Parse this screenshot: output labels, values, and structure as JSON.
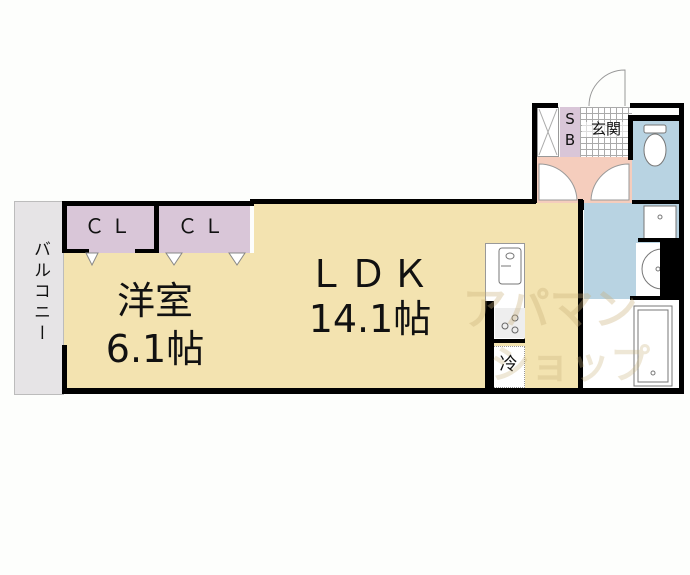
{
  "floorplan": {
    "rooms": {
      "western_room": {
        "name": "洋室",
        "size": "6.1帖"
      },
      "ldk": {
        "name": "ＬＤＫ",
        "size": "14.1帖"
      },
      "closet_1": {
        "label": "ＣＬ"
      },
      "closet_2": {
        "label": "ＣＬ"
      },
      "balcony": {
        "label": "バルコニー"
      },
      "entrance": {
        "label": "玄関"
      },
      "shoe_box": {
        "label_top": "S",
        "label_bottom": "B"
      },
      "refrigerator": {
        "label": "冷"
      }
    },
    "watermark": {
      "line1": "アパマン",
      "line2": "ショップ"
    },
    "colors": {
      "floor_wood": "#f3e3b0",
      "closet": "#d9c6d8",
      "balcony": "#e6e4e6",
      "hall_pink": "#f5cdbd",
      "wet_blue": "#b8d3e2",
      "bath_white": "#ffffff",
      "wall": "#000000"
    }
  }
}
